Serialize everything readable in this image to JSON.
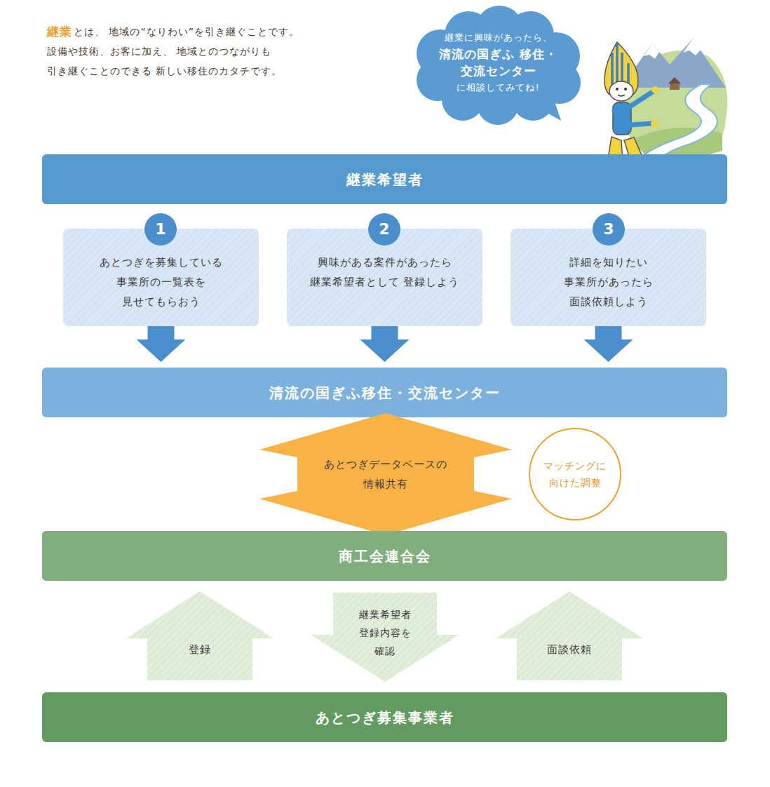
{
  "diagram": {
    "nodes": [
      {
        "text": [
          "継業に興味があったら、",
          "清流の国ぎふ 移住・交流センター",
          "に相談してみてね!"
        ]
      },
      {
        "text": [
          "継業希望者"
        ]
      },
      {
        "text": [
          "1"
        ]
      },
      {
        "text": [
          "あとつぎを募集している 事業所の一覧表を 見せてもらおう"
        ]
      },
      {
        "text": [
          "2"
        ]
      },
      {
        "text": [
          "興味がある案件があったら 継業希望者として 登録しよう"
        ]
      },
      {
        "text": [
          "3"
        ]
      },
      {
        "text": [
          "詳細を知りたい 事業所があったら 面談依頼しよう"
        ]
      },
      {
        "text": [
          "清流の国ぎふ移住・交流センター"
        ]
      },
      {
        "text": [
          "あとつぎデータベースの 情報共有"
        ]
      },
      {
        "text": [
          "マッチングに 向けた調整"
        ]
      },
      {
        "text": [
          "商工会連合会"
        ]
      },
      {
        "text": [
          "登録"
        ]
      },
      {
        "text": [
          "継業希望者 登録内容を 確認"
        ]
      },
      {
        "text": [
          "面談依頼"
        ]
      },
      {
        "text": [
          "あとつぎ募集事業者"
        ]
      }
    ],
    "edges": [
      {
        "from": 3,
        "to": 8,
        "arrow": "to"
      },
      {
        "from": 5,
        "to": 8,
        "arrow": "to"
      },
      {
        "from": 7,
        "to": 8,
        "arrow": "to"
      }
    ],
    "labels": [
      "継業",
      "とは、 地域の“なりわい”を引き継ぐことです。",
      "設備や技術、お客に加え、 地域とのつながりも",
      "引き継ぐことのできる 新しい移住のカタチです。"
    ]
  }
}
